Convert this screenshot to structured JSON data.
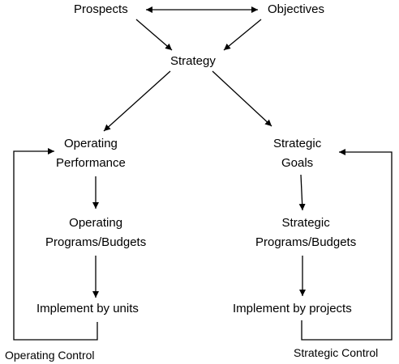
{
  "nodes": {
    "prospects": {
      "label": "Prospects"
    },
    "objectives": {
      "label": "Objectives"
    },
    "strategy": {
      "label": "Strategy"
    },
    "operating_performance": {
      "lines": [
        "Operating",
        "Performance"
      ]
    },
    "strategic_goals": {
      "lines": [
        "Strategic",
        "Goals"
      ]
    },
    "operating_programs": {
      "lines": [
        "Operating",
        "Programs/Budgets"
      ]
    },
    "strategic_programs": {
      "lines": [
        "Strategic",
        "Programs/Budgets"
      ]
    },
    "implement_units": {
      "label": "Implement by units"
    },
    "implement_projects": {
      "label": "Implement by projects"
    }
  },
  "loops": {
    "operating_control": "Operating Control",
    "strategic_control": "Strategic Control"
  }
}
